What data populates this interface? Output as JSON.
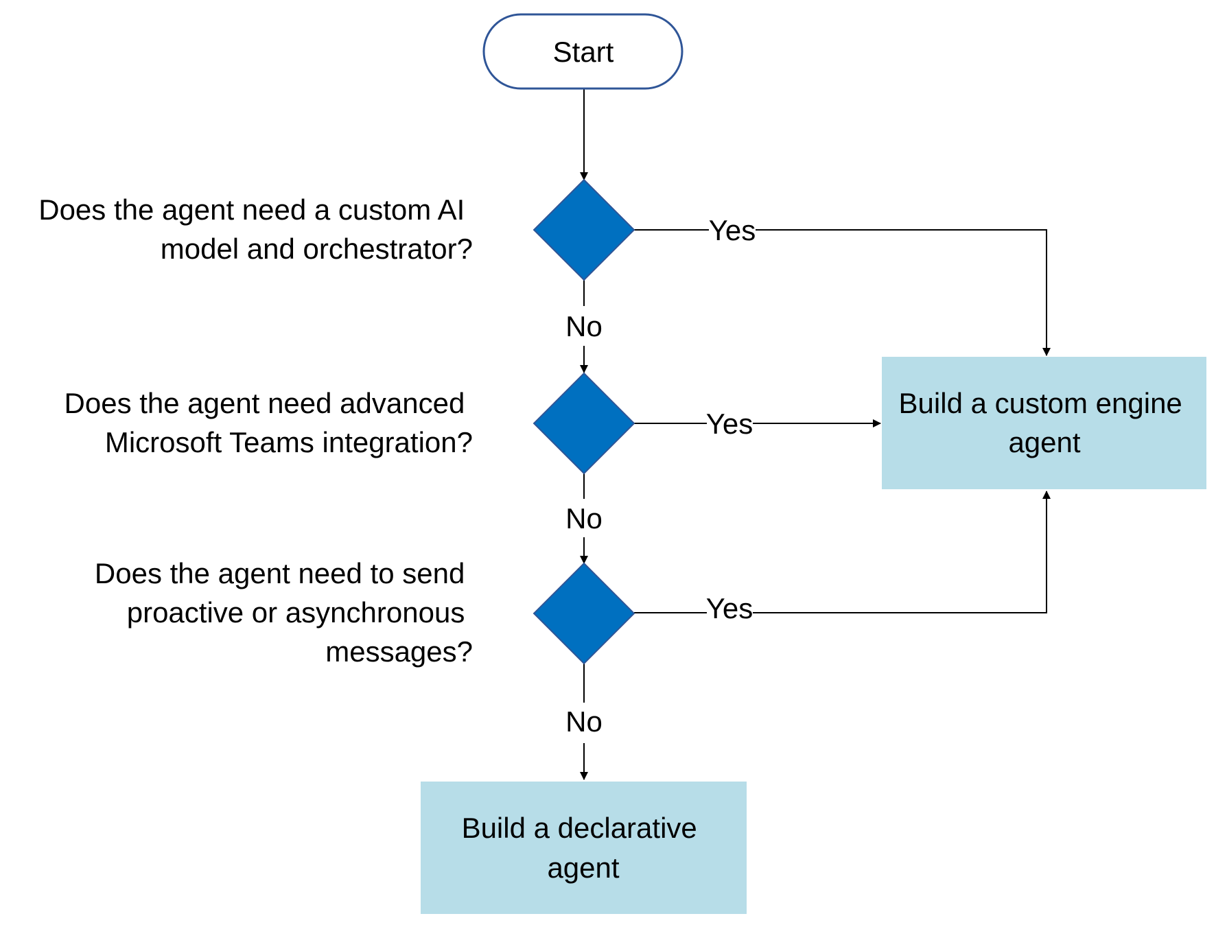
{
  "flowchart": {
    "start": {
      "label": "Start"
    },
    "questions": [
      {
        "lines": [
          "Does the agent need a custom AI",
          "model and orchestrator?"
        ]
      },
      {
        "lines": [
          "Does the agent need advanced",
          "Microsoft Teams integration?"
        ]
      },
      {
        "lines": [
          "Does the agent need to send",
          "proactive or asynchronous",
          "messages?"
        ]
      }
    ],
    "edge_labels": {
      "yes": "Yes",
      "no": "No"
    },
    "outcomes": {
      "custom_engine": {
        "lines": [
          "Build a custom engine",
          "agent"
        ]
      },
      "declarative": {
        "lines": [
          "Build a declarative",
          "agent"
        ]
      }
    }
  },
  "colors": {
    "decision_fill": "#0070C0",
    "decision_stroke": "#2E5597",
    "terminal_stroke": "#2F5597",
    "outcome_fill": "#B7DDE8",
    "line": "#000000"
  }
}
